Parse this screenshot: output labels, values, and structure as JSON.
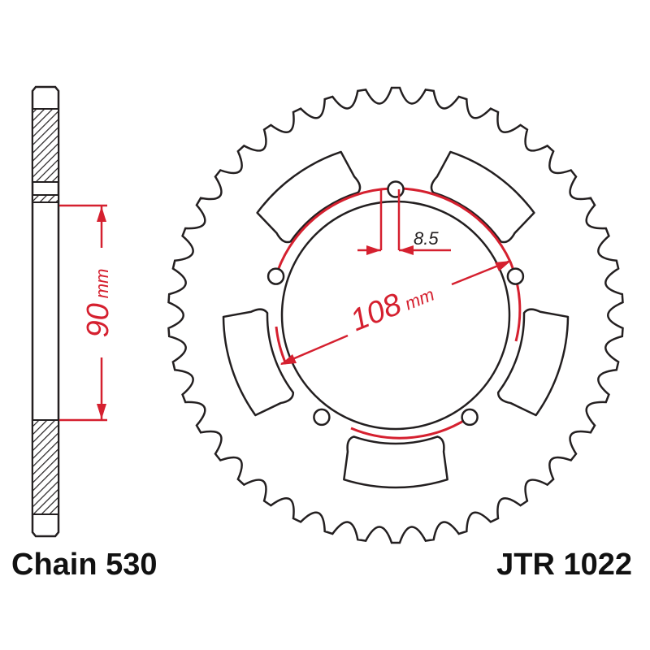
{
  "chain_label": "Chain 530",
  "part_number": "JTR 1022",
  "dimensions": {
    "hub_height": "90",
    "hub_height_unit": "mm",
    "pcd": "108",
    "pcd_unit": "mm",
    "bolt_hole": "8.5"
  },
  "sprocket": {
    "teeth": 42,
    "bolt_holes": 5,
    "slots": 5
  },
  "colors": {
    "outline": "#231f20",
    "dimension": "#d5202f",
    "hatch": "#231f20"
  }
}
